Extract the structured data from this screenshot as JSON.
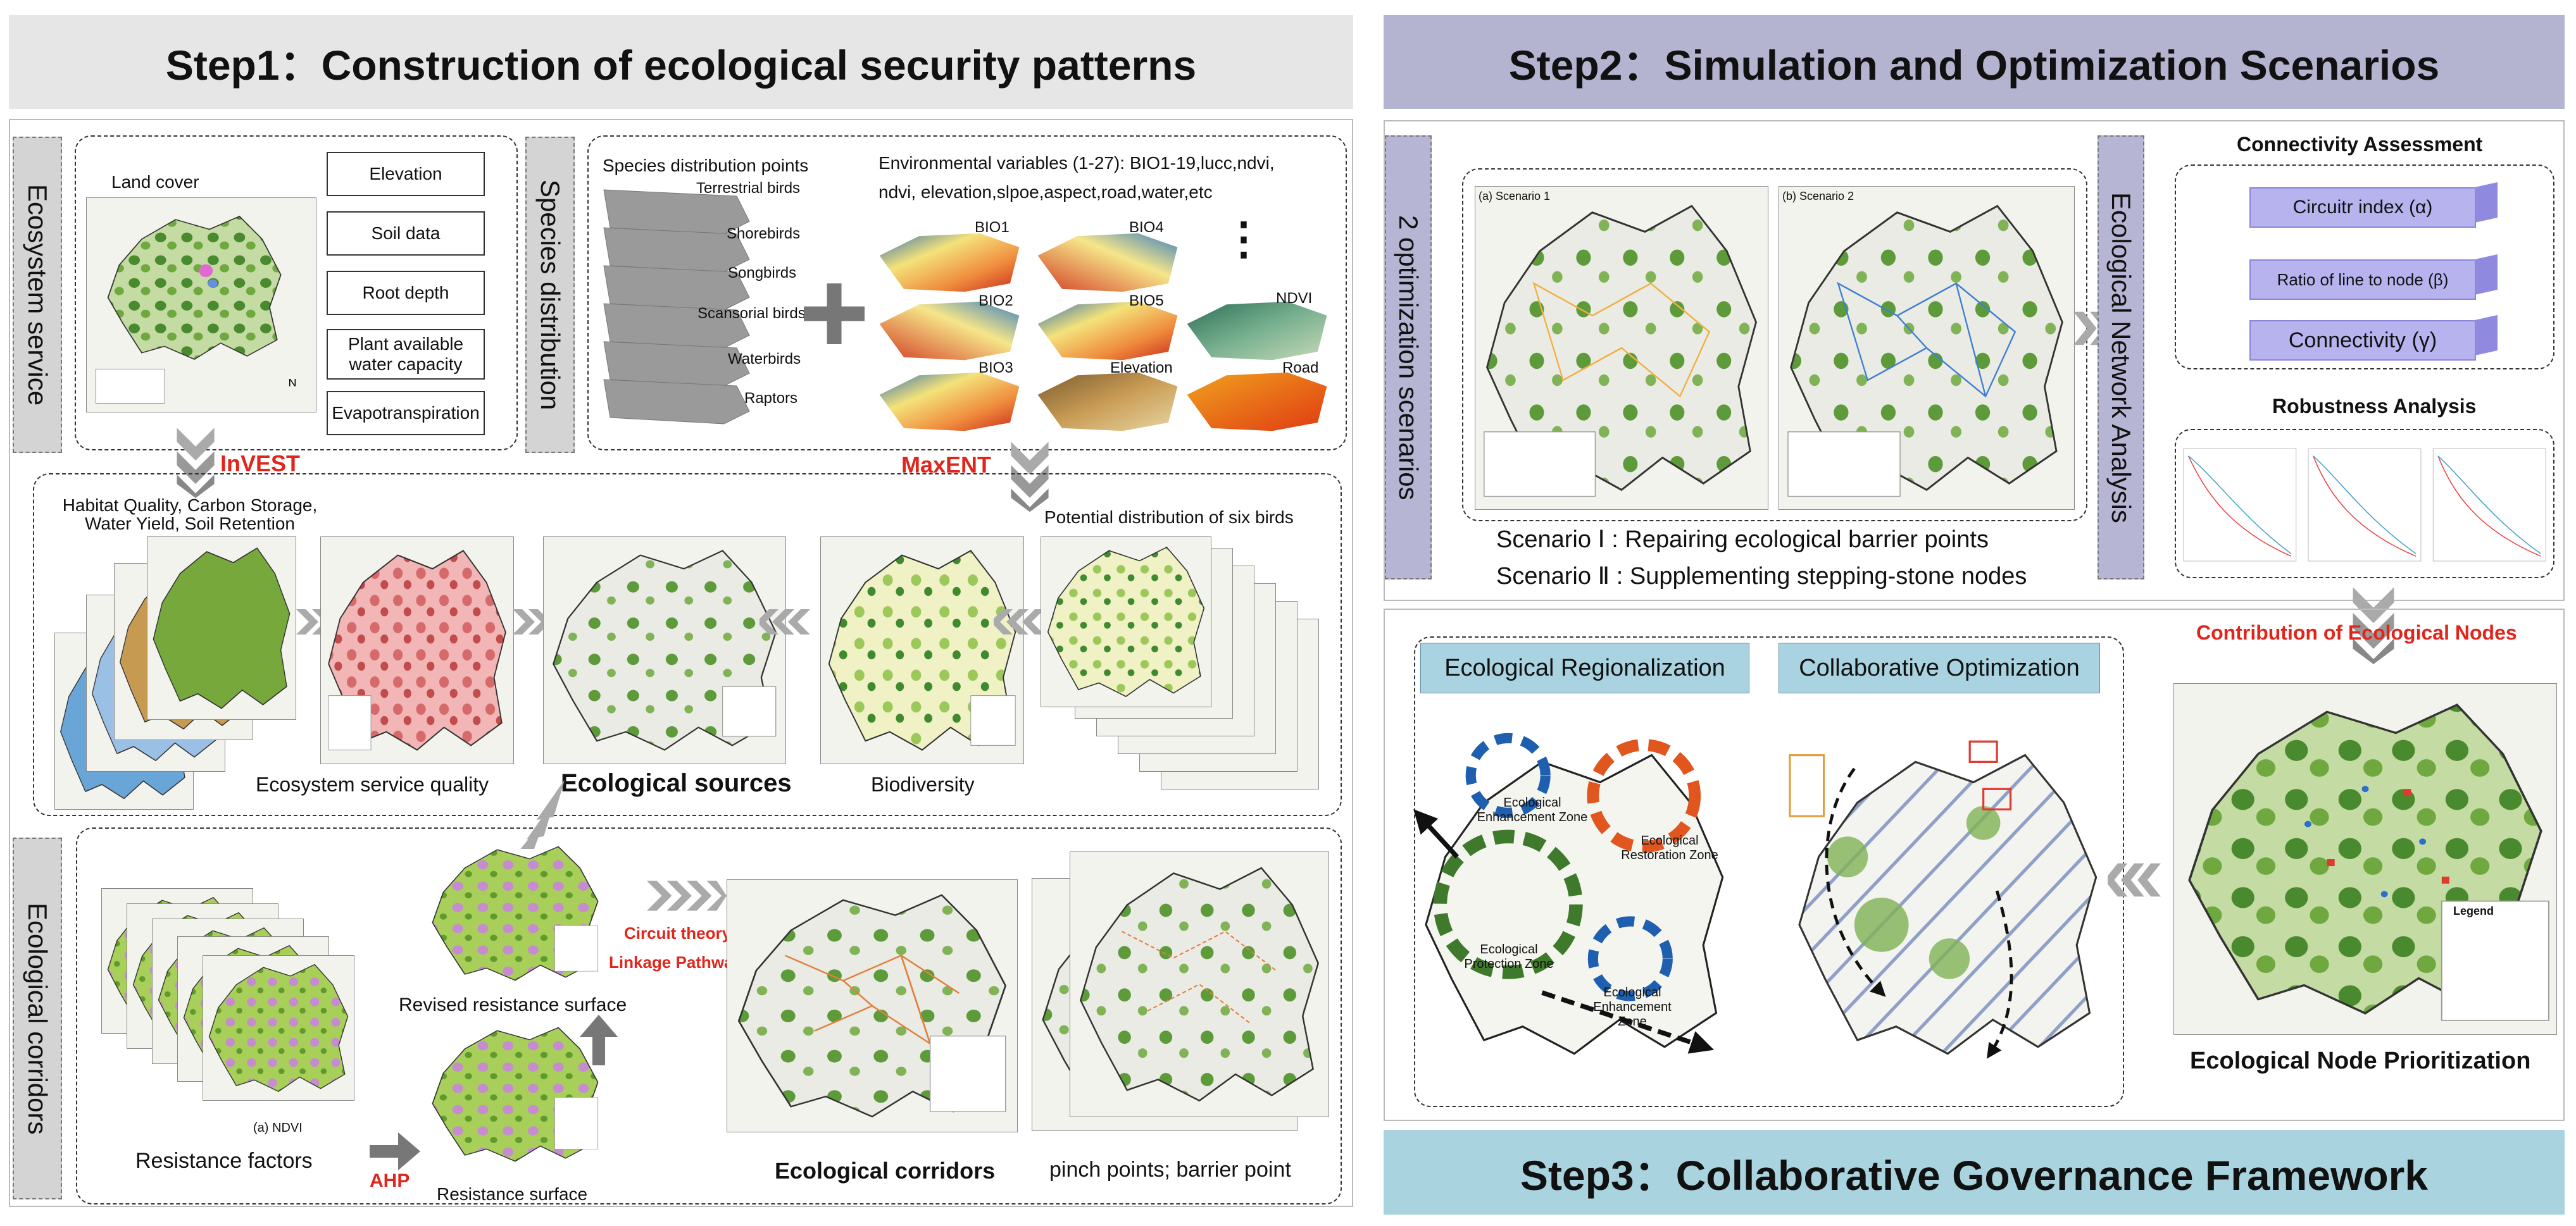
{
  "step1": {
    "title": "Step1：Construction of ecological security patterns",
    "ecosystem_service_tab": "Ecosystem service",
    "land_cover": "Land cover",
    "factors": [
      "Elevation",
      "Soil data",
      "Root depth",
      "Plant available water capacity",
      "Evapotranspiration"
    ],
    "species_distribution_tab": "Species distribution",
    "species_points": "Species distribution points",
    "birds": [
      "Terrestrial birds",
      "Shorebirds",
      "Songbirds",
      "Scansorial birds",
      "Waterbirds",
      "Raptors"
    ],
    "env_vars_line1": "Environmental variables (1-27): BIO1-19,lucc,ndvi,",
    "env_vars_line2": "ndvi, elevation,slpoe,aspect,road,water,etc",
    "bio_labels": [
      "BIO1",
      "BIO4",
      "BIO2",
      "BIO5",
      "BIO3",
      "Elevation",
      "NDVI",
      "Road"
    ],
    "ellipsis": "⋮",
    "invest": "InVEST",
    "maxent": "MaxENT",
    "services": "Habitat Quality, Carbon Storage, Water Yield, Soil Retention",
    "potential": "Potential distribution of six birds",
    "esq": "Ecosystem service quality",
    "eco_sources": "Ecological sources",
    "biodiversity": "Biodiversity",
    "corridors_tab": "Ecological corridors",
    "revised_resistance": "Revised resistance surface",
    "circuit": "Circuit theory",
    "linkage": "Linkage Pathways",
    "resistance_factors": "Resistance factors",
    "ahp": "AHP",
    "resistance_surface": "Resistance surface",
    "ecological_corridors": "Ecological corridors",
    "pinch": "pinch points; barrier point",
    "ndvi_caption": "(a) NDVI"
  },
  "step2": {
    "title": "Step2：Simulation and Optimization Scenarios",
    "opt_tab": "2 optimization scenarios",
    "scenario1_tag": "(a)  Scenario 1",
    "scenario2_tag": "(b)  Scenario 2",
    "scenario1": "Scenario Ⅰ : Repairing ecological barrier points",
    "scenario2": "Scenario Ⅱ : Supplementing stepping-stone nodes",
    "network_tab": "Ecological Network Analysis",
    "connectivity_title": "Connectivity Assessment",
    "metrics": [
      "Circuitr index  (α)",
      "Ratio of line to node  (β)",
      "Connectivity  (γ)"
    ],
    "robustness_title": "Robustness Analysis",
    "contribution": "Contribution of Ecological Nodes"
  },
  "step3": {
    "title": "Step3：Collaborative Governance Framework",
    "regionalization": "Ecological Regionalization",
    "collab": "Collaborative Optimization",
    "zones": [
      "Ecological Enhancement Zone",
      "Ecological Restoration Zone",
      "Ecological Protection Zone",
      "Ecological Enhancement Zone"
    ],
    "prioritization": "Ecological Node Prioritization",
    "legend": "Legend"
  },
  "colors": {
    "step1_banner": "#e6e6e6",
    "step2_banner": "#b4b3d0",
    "step3_banner": "#a9d4df",
    "accent_red": "#e1251b",
    "arrow_gray": "#9a9a9a",
    "forest_green": "#3f8a2e"
  }
}
